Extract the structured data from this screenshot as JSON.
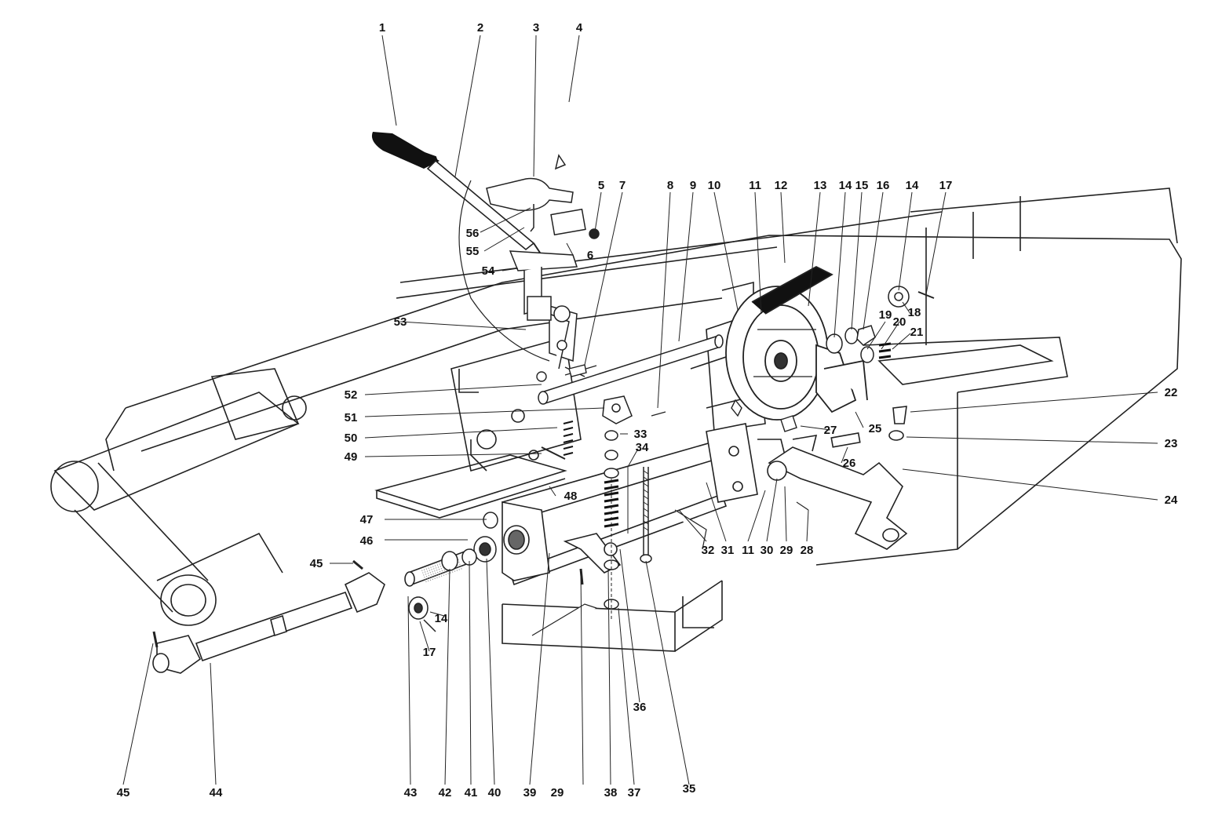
{
  "callouts": {
    "c1": "1",
    "c2": "2",
    "c3": "3",
    "c4": "4",
    "c5": "5",
    "c6": "6",
    "c7": "7",
    "c8": "8",
    "c9": "9",
    "c10": "10",
    "c11a": "11",
    "c12": "12",
    "c13": "13",
    "c14a": "14",
    "c15": "15",
    "c16": "16",
    "c14b": "14",
    "c17a": "17",
    "c18": "18",
    "c19": "19",
    "c20": "20",
    "c21": "21",
    "c22": "22",
    "c23": "23",
    "c24": "24",
    "c25": "25",
    "c26": "26",
    "c27": "27",
    "c28": "28",
    "c29a": "29",
    "c30": "30",
    "c11b": "11",
    "c31": "31",
    "c32": "32",
    "c33": "33",
    "c34": "34",
    "c35": "35",
    "c36": "36",
    "c37": "37",
    "c38": "38",
    "c29b": "29",
    "c39": "39",
    "c40": "40",
    "c41": "41",
    "c42": "42",
    "c43": "43",
    "c44": "44",
    "c45a": "45",
    "c14c": "14",
    "c17b": "17",
    "c45b": "45",
    "c46": "46",
    "c47": "47",
    "c48": "48",
    "c49": "49",
    "c50": "50",
    "c51": "51",
    "c52": "52",
    "c53": "53",
    "c54": "54",
    "c55": "55",
    "c56": "56"
  }
}
